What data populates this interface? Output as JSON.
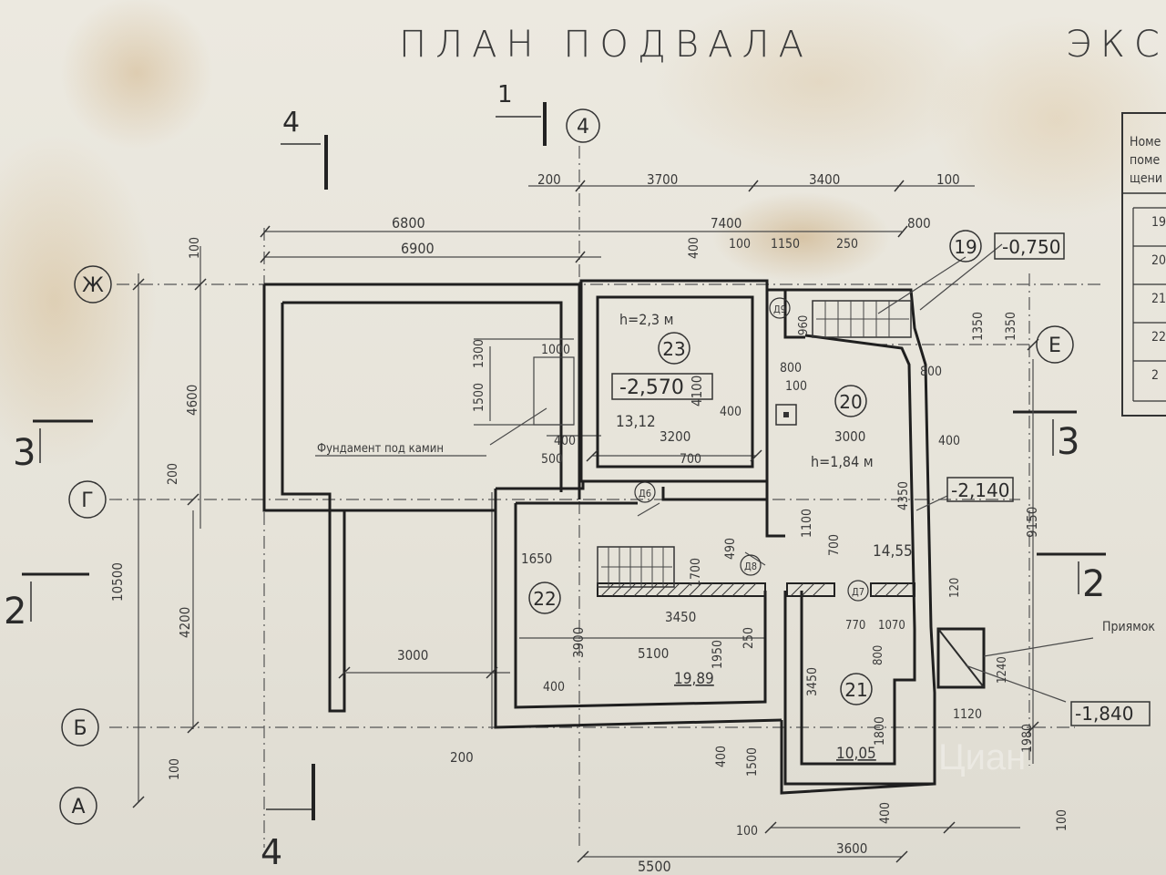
{
  "title": "ПЛАН ПОДВАЛА",
  "title_right": "ЭКСП",
  "legend_table": {
    "header": [
      "Номе",
      "поме",
      "щени"
    ],
    "rows": [
      "19",
      "20",
      "21",
      "22",
      "2"
    ]
  },
  "axes": {
    "letters": [
      "Ж",
      "Е",
      "Г",
      "Б",
      "А"
    ],
    "number4": "4"
  },
  "sections": {
    "s1": "1",
    "s2_left": "2",
    "s2_right": "2",
    "s3_left": "3",
    "s3_right": "3",
    "s4_top": "4",
    "s4_bottom": "4"
  },
  "rooms": {
    "r19": "19",
    "r20": "20",
    "r21": "21",
    "r22": "22",
    "r23": "23"
  },
  "doors": {
    "d6": "Д6",
    "d7": "Д7",
    "d8": "Д8",
    "d9": "Д9"
  },
  "levels": {
    "l1": "-0,750",
    "l2": "-2,570",
    "l3": "-2,140",
    "l4": "-1,840"
  },
  "heights": {
    "h23": "h=2,3 м",
    "h20": "h=1,84 м"
  },
  "areas": {
    "a23": "13,12",
    "a20": "14,55",
    "a22": "19,89",
    "a21": "10,05"
  },
  "labels": {
    "foundation": "Фундамент под камин",
    "pit": "Приямок"
  },
  "dims": {
    "d200a": "200",
    "d3700": "3700",
    "d3400": "3400",
    "d100a": "100",
    "d6800": "6800",
    "d6900": "6900",
    "d7400": "7400",
    "d800a": "800",
    "d100b": "100",
    "d1150": "1150",
    "d250a": "250",
    "d400a": "400",
    "d100c": "100",
    "d1000": "1000",
    "d1300": "1300",
    "d1500a": "1500",
    "d4100": "4100",
    "d960": "960",
    "d1350a": "1350",
    "d1350b": "1350",
    "d800b": "800",
    "d100d": "100",
    "d800c": "800",
    "d400b": "400",
    "d3200": "3200",
    "d3000a": "3000",
    "d400c": "400",
    "d400d": "400",
    "d500": "500",
    "d700": "700",
    "d4600": "4600",
    "d200b": "200",
    "d10500": "10500",
    "d4200": "4200",
    "d1100": "1100",
    "d4350": "4350",
    "d9150": "9150",
    "d1650": "1650",
    "d1700": "1700",
    "d490": "490",
    "d700b": "700",
    "d3450a": "3450",
    "d3900": "3900",
    "d5100": "5100",
    "d1950": "1950",
    "d250b": "250",
    "d3000b": "3000",
    "d400e": "400",
    "d3450b": "3450",
    "d770": "770",
    "d1070": "1070",
    "d120": "120",
    "d800d": "800",
    "d1240": "1240",
    "d1800": "1800",
    "d1120": "1120",
    "d1980": "1980",
    "d200c": "200",
    "d400f": "400",
    "d1500b": "1500",
    "d100e": "100",
    "d400g": "400",
    "d3600": "3600",
    "d100f": "100",
    "d5500": "5500",
    "d100g": "100"
  },
  "watermark": "Циан"
}
